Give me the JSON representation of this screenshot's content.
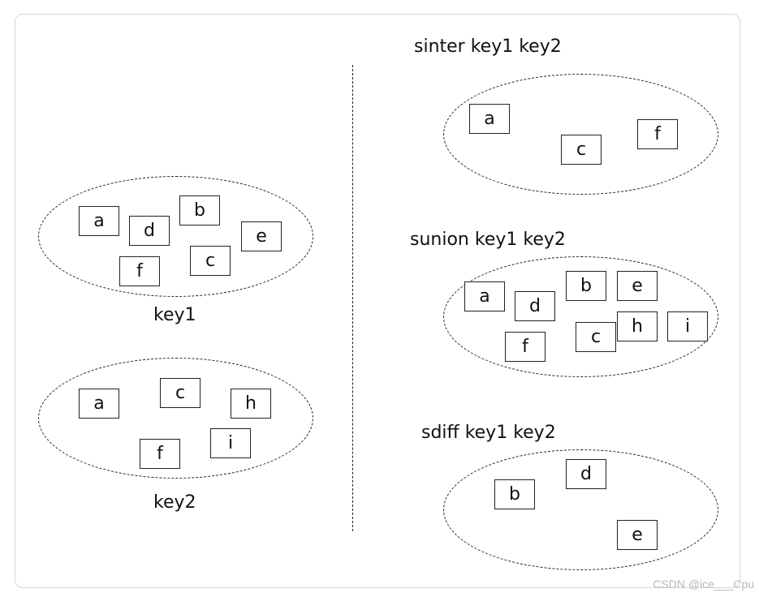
{
  "left": {
    "key1": {
      "label": "key1",
      "items": [
        "a",
        "d",
        "b",
        "e",
        "f",
        "c"
      ]
    },
    "key2": {
      "label": "key2",
      "items": [
        "a",
        "c",
        "h",
        "f",
        "i"
      ]
    }
  },
  "right": {
    "sinter": {
      "label": "sinter key1 key2",
      "items": [
        "a",
        "c",
        "f"
      ]
    },
    "sunion": {
      "label": "sunion key1 key2",
      "items": [
        "a",
        "d",
        "b",
        "e",
        "f",
        "c",
        "h",
        "i"
      ]
    },
    "sdiff": {
      "label": "sdiff key1 key2",
      "items": [
        "b",
        "d",
        "e"
      ]
    }
  },
  "watermark": "CSDN @ice___Cpu"
}
